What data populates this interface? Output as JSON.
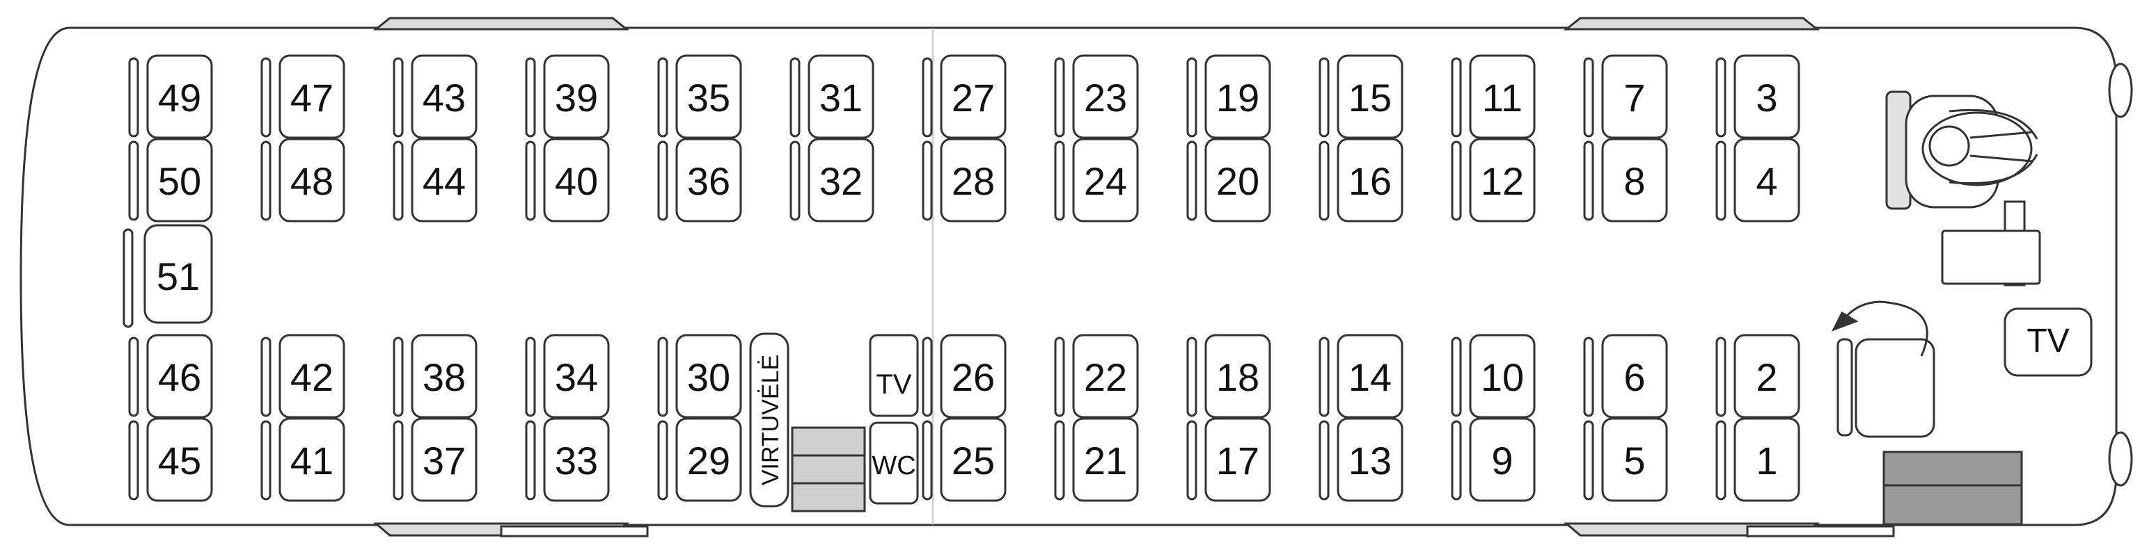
{
  "bus": {
    "seats_upper": [
      {
        "top": "49",
        "bottom": "50"
      },
      {
        "top": "47",
        "bottom": "48"
      },
      {
        "top": "43",
        "bottom": "44"
      },
      {
        "top": "39",
        "bottom": "40"
      },
      {
        "top": "35",
        "bottom": "36"
      },
      {
        "top": "31",
        "bottom": "32"
      },
      {
        "top": "27",
        "bottom": "28"
      },
      {
        "top": "23",
        "bottom": "24"
      },
      {
        "top": "19",
        "bottom": "20"
      },
      {
        "top": "15",
        "bottom": "16"
      },
      {
        "top": "11",
        "bottom": "12"
      },
      {
        "top": "7",
        "bottom": "8"
      },
      {
        "top": "3",
        "bottom": "4"
      }
    ],
    "seat_rear_center": "51",
    "seats_lower": [
      {
        "top": "46",
        "bottom": "45"
      },
      {
        "top": "42",
        "bottom": "41"
      },
      {
        "top": "38",
        "bottom": "37"
      },
      {
        "top": "34",
        "bottom": "33"
      },
      {
        "top": "30",
        "bottom": "29"
      },
      {
        "top": "26",
        "bottom": "25"
      },
      {
        "top": "22",
        "bottom": "21"
      },
      {
        "top": "18",
        "bottom": "17"
      },
      {
        "top": "14",
        "bottom": "13"
      },
      {
        "top": "10",
        "bottom": "9"
      },
      {
        "top": "6",
        "bottom": "5"
      },
      {
        "top": "2",
        "bottom": "1"
      }
    ],
    "kitchen_label": "VIRTUVĖLĖ",
    "tv_mid_label": "TV",
    "wc_label": "WC",
    "tv_front_label": "TV"
  }
}
